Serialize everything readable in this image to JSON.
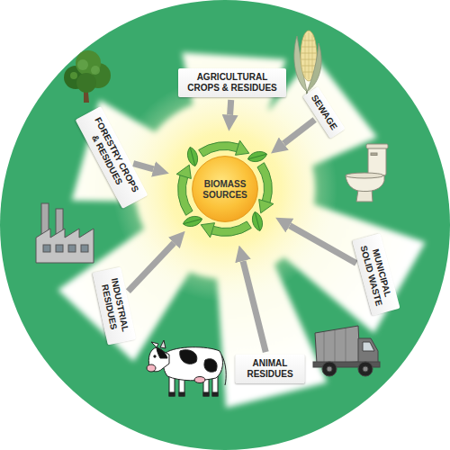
{
  "diagram": {
    "nodes": [
      {
        "text": [
          "BIOMASS SOURCES"
        ]
      },
      {
        "text": [
          "AGRICULTURAL CROPS & RESIDUES"
        ]
      },
      {
        "text": [
          "SEWAGE"
        ]
      },
      {
        "text": [
          "MUNICIPAL SOLID WASTE"
        ]
      },
      {
        "text": [
          "ANIMAL RESIDUES"
        ]
      },
      {
        "text": [
          "INDUSTRIAL RESIDUES"
        ]
      },
      {
        "text": [
          "FORESTRY CROPS & RESIDUES"
        ]
      }
    ],
    "edges": [
      {
        "from": 1,
        "to": 0,
        "arrow": "to"
      },
      {
        "from": 2,
        "to": 0,
        "arrow": "to"
      },
      {
        "from": 3,
        "to": 0,
        "arrow": "to"
      },
      {
        "from": 4,
        "to": 0,
        "arrow": "to"
      },
      {
        "from": 5,
        "to": 0,
        "arrow": "to"
      },
      {
        "from": 6,
        "to": 0,
        "arrow": "to"
      }
    ]
  }
}
